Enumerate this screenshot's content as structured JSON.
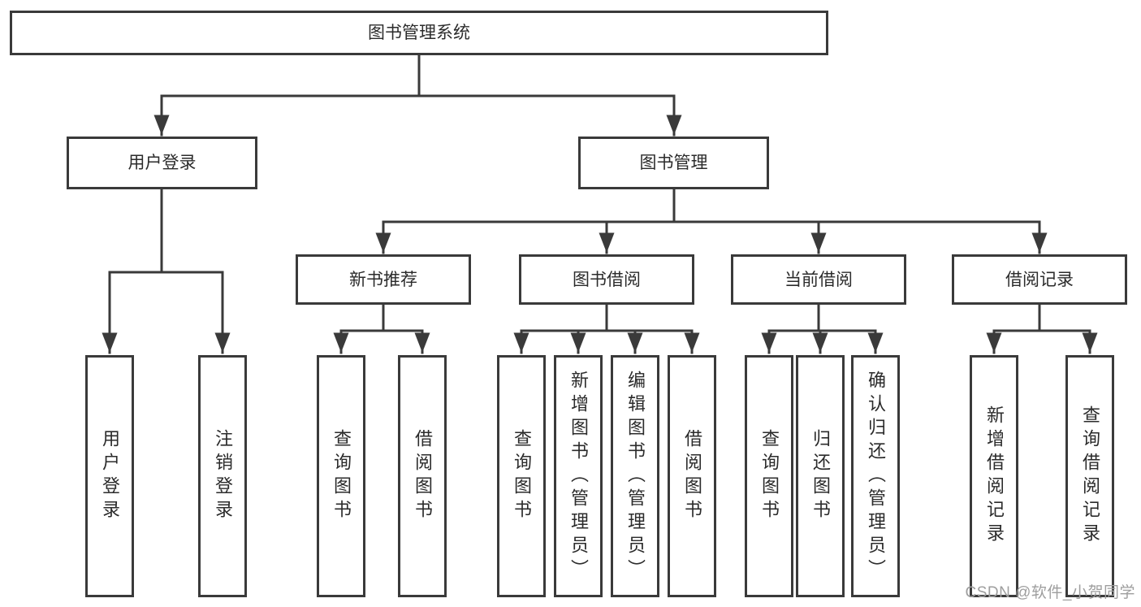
{
  "tree": {
    "root": {
      "label": "图书管理系统"
    },
    "user_login": {
      "label": "用户登录",
      "children": [
        {
          "label": "用户登录"
        },
        {
          "label": "注销登录"
        }
      ]
    },
    "book_management": {
      "label": "图书管理"
    },
    "new_book_recommend": {
      "label": "新书推荐",
      "children": [
        {
          "label": "查询图书"
        },
        {
          "label": "借阅图书"
        }
      ]
    },
    "book_borrowing": {
      "label": "图书借阅",
      "children": [
        {
          "label": "查询图书"
        },
        {
          "label": "新增图书（管理员）"
        },
        {
          "label": "编辑图书（管理员）"
        },
        {
          "label": "借阅图书"
        }
      ]
    },
    "current_borrowing": {
      "label": "当前借阅",
      "children": [
        {
          "label": "查询图书"
        },
        {
          "label": "归还图书"
        },
        {
          "label": "确认归还（管理员）"
        }
      ]
    },
    "borrow_records": {
      "label": "借阅记录",
      "children": [
        {
          "label": "新增借阅记录"
        },
        {
          "label": "查询借阅记录"
        }
      ]
    }
  },
  "watermark": {
    "text": "CSDN @软件_小贺同学",
    "color": "#9e9e9e"
  },
  "colors": {
    "line": "#3a3a3a",
    "box_border": "#3a3a3a",
    "text": "#2b2b2b",
    "background": "#ffffff"
  }
}
